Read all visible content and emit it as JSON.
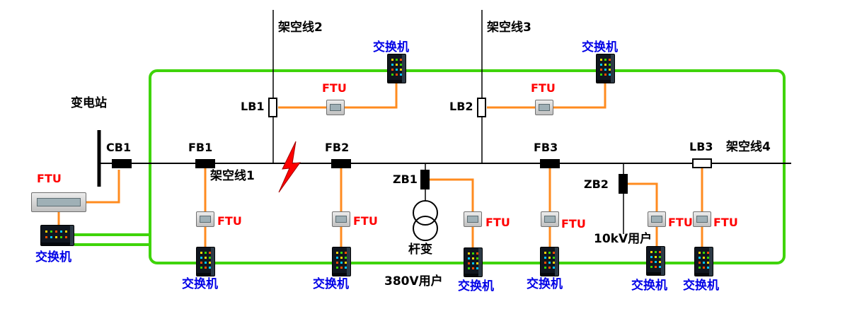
{
  "labels": {
    "substation": "变电站",
    "overhead_line_1": "架空线1",
    "overhead_line_2": "架空线2",
    "overhead_line_3": "架空线3",
    "overhead_line_4": "架空线4",
    "cb1": "CB1",
    "fb1": "FB1",
    "fb2": "FB2",
    "fb3": "FB3",
    "lb1": "LB1",
    "lb2": "LB2",
    "lb3": "LB3",
    "zb1": "ZB1",
    "zb2": "ZB2",
    "ftu": "FTU",
    "ethernet_switch": "交换机",
    "pole_transformer": "杆变",
    "lv_users": "380V用户",
    "mv_users": "10kV用户"
  },
  "colors": {
    "fiber_ring": "#3fd40a",
    "serial_link": "#ff8b1f",
    "power_line": "#000000",
    "ftu_label": "#ff0000",
    "switch_label": "#0000e6",
    "fault_marker": "#ff0000",
    "closed_switchgear": "#000000",
    "open_switchgear": "#ffffff"
  }
}
